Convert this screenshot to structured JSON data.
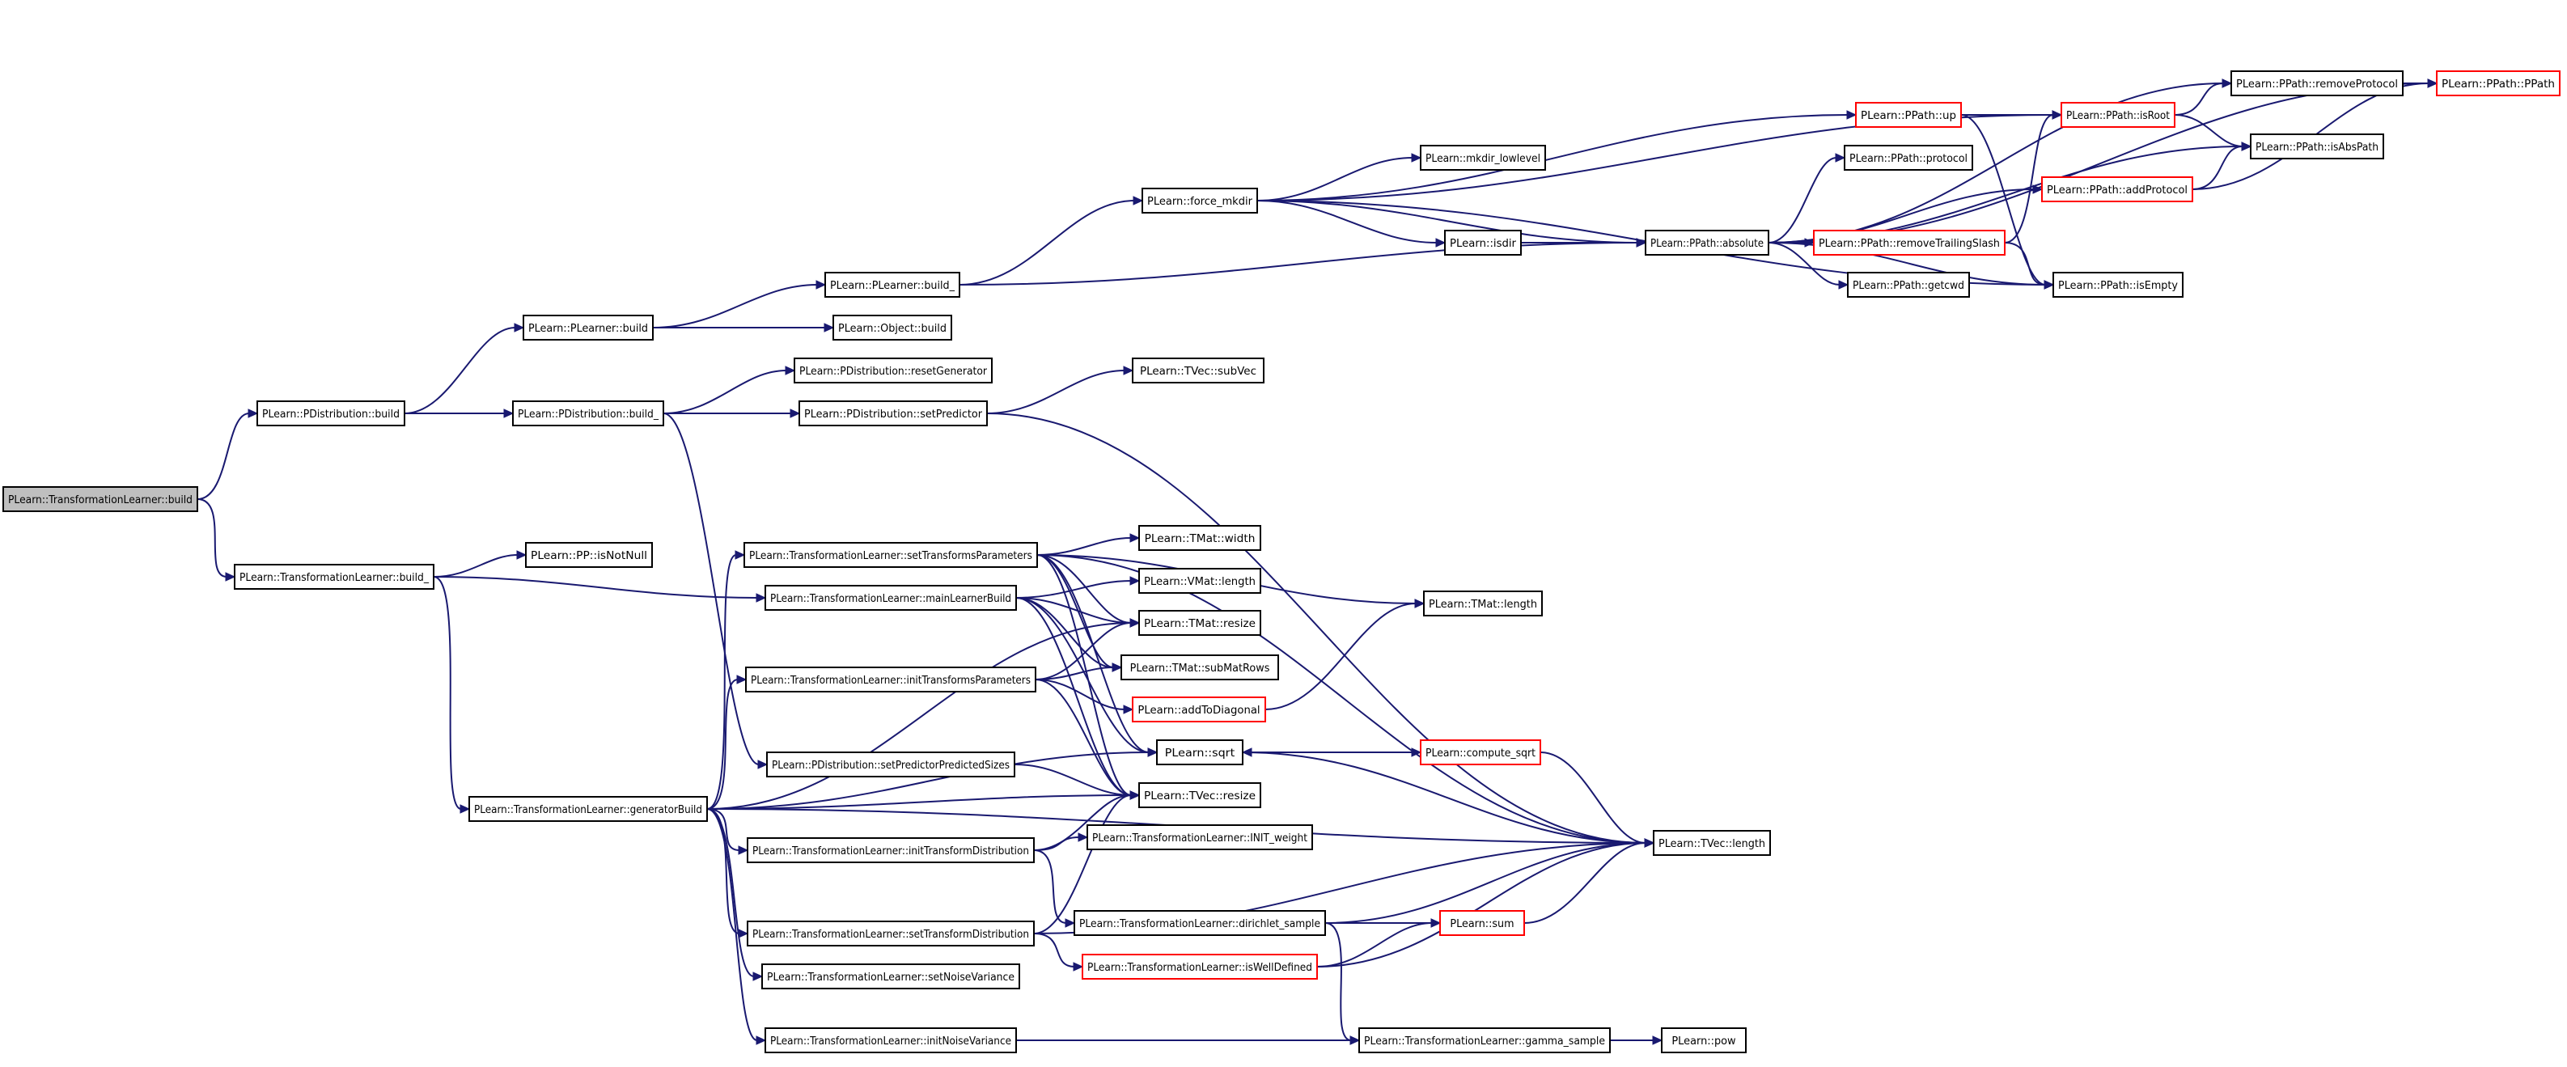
{
  "graph": {
    "nodes": [
      {
        "id": "tl_build",
        "label": "PLearn::TransformationLearner::build",
        "style": "focus"
      },
      {
        "id": "pd_build",
        "label": "PLearn::PDistribution::build",
        "style": "normal"
      },
      {
        "id": "tl_build_",
        "label": "PLearn::TransformationLearner::build_",
        "style": "normal"
      },
      {
        "id": "pl_build",
        "label": "PLearn::PLearner::build",
        "style": "normal"
      },
      {
        "id": "pd_build_",
        "label": "PLearn::PDistribution::build_",
        "style": "normal"
      },
      {
        "id": "pl_build_",
        "label": "PLearn::PLearner::build_",
        "style": "normal"
      },
      {
        "id": "obj_build",
        "label": "PLearn::Object::build",
        "style": "normal"
      },
      {
        "id": "force_mkdir",
        "label": "PLearn::force_mkdir",
        "style": "normal"
      },
      {
        "id": "mkdir_low",
        "label": "PLearn::mkdir_lowlevel",
        "style": "normal"
      },
      {
        "id": "isdir",
        "label": "PLearn::isdir",
        "style": "normal"
      },
      {
        "id": "pp_up",
        "label": "PLearn::PPath::up",
        "style": "red"
      },
      {
        "id": "pp_absolute",
        "label": "PLearn::PPath::absolute",
        "style": "normal"
      },
      {
        "id": "pp_protocol",
        "label": "PLearn::PPath::protocol",
        "style": "normal"
      },
      {
        "id": "pp_removeTrailing",
        "label": "PLearn::PPath::removeTrailingSlash",
        "style": "red"
      },
      {
        "id": "pp_getcwd",
        "label": "PLearn::PPath::getcwd",
        "style": "normal"
      },
      {
        "id": "pp_isRoot",
        "label": "PLearn::PPath::isRoot",
        "style": "red"
      },
      {
        "id": "pp_addProtocol",
        "label": "PLearn::PPath::addProtocol",
        "style": "red"
      },
      {
        "id": "pp_isEmpty",
        "label": "PLearn::PPath::isEmpty",
        "style": "normal"
      },
      {
        "id": "pp_removeProtocol",
        "label": "PLearn::PPath::removeProtocol",
        "style": "normal"
      },
      {
        "id": "pp_isAbsPath",
        "label": "PLearn::PPath::isAbsPath",
        "style": "normal"
      },
      {
        "id": "pp_ppath",
        "label": "PLearn::PPath::PPath",
        "style": "red"
      },
      {
        "id": "pd_resetGen",
        "label": "PLearn::PDistribution::resetGenerator",
        "style": "normal"
      },
      {
        "id": "pd_setPred",
        "label": "PLearn::PDistribution::setPredictor",
        "style": "normal"
      },
      {
        "id": "tvec_subVec",
        "label": "PLearn::TVec::subVec",
        "style": "normal"
      },
      {
        "id": "pp_isNotNull",
        "label": "PLearn::PP::isNotNull",
        "style": "normal"
      },
      {
        "id": "tl_setTP",
        "label": "PLearn::TransformationLearner::setTransformsParameters",
        "style": "normal"
      },
      {
        "id": "tl_mainLB",
        "label": "PLearn::TransformationLearner::mainLearnerBuild",
        "style": "normal"
      },
      {
        "id": "tl_initTP",
        "label": "PLearn::TransformationLearner::initTransformsParameters",
        "style": "normal"
      },
      {
        "id": "pd_setPPS",
        "label": "PLearn::PDistribution::setPredictorPredictedSizes",
        "style": "normal"
      },
      {
        "id": "tl_genBuild",
        "label": "PLearn::TransformationLearner::generatorBuild",
        "style": "normal"
      },
      {
        "id": "tl_initTD",
        "label": "PLearn::TransformationLearner::initTransformDistribution",
        "style": "normal"
      },
      {
        "id": "tl_setTD",
        "label": "PLearn::TransformationLearner::setTransformDistribution",
        "style": "normal"
      },
      {
        "id": "tl_setNV",
        "label": "PLearn::TransformationLearner::setNoiseVariance",
        "style": "normal"
      },
      {
        "id": "tl_initNV",
        "label": "PLearn::TransformationLearner::initNoiseVariance",
        "style": "normal"
      },
      {
        "id": "tmat_width",
        "label": "PLearn::TMat::width",
        "style": "normal"
      },
      {
        "id": "vmat_length",
        "label": "PLearn::VMat::length",
        "style": "normal"
      },
      {
        "id": "tmat_resize",
        "label": "PLearn::TMat::resize",
        "style": "normal"
      },
      {
        "id": "tmat_subMatRows",
        "label": "PLearn::TMat::subMatRows",
        "style": "normal"
      },
      {
        "id": "addToDiag",
        "label": "PLearn::addToDiagonal",
        "style": "red"
      },
      {
        "id": "sqrt",
        "label": "PLearn::sqrt",
        "style": "normal"
      },
      {
        "id": "tvec_resize",
        "label": "PLearn::TVec::resize",
        "style": "normal"
      },
      {
        "id": "tl_INIT_weight",
        "label": "PLearn::TransformationLearner::INIT_weight",
        "style": "normal"
      },
      {
        "id": "tl_dirichlet",
        "label": "PLearn::TransformationLearner::dirichlet_sample",
        "style": "normal"
      },
      {
        "id": "tl_isWellDef",
        "label": "PLearn::TransformationLearner::isWellDefined",
        "style": "red"
      },
      {
        "id": "tl_gamma",
        "label": "PLearn::TransformationLearner::gamma_sample",
        "style": "normal"
      },
      {
        "id": "tmat_length",
        "label": "PLearn::TMat::length",
        "style": "normal"
      },
      {
        "id": "compute_sqrt",
        "label": "PLearn::compute_sqrt",
        "style": "red"
      },
      {
        "id": "tvec_length",
        "label": "PLearn::TVec::length",
        "style": "normal"
      },
      {
        "id": "sum",
        "label": "PLearn::sum",
        "style": "red"
      },
      {
        "id": "pow",
        "label": "PLearn::pow",
        "style": "normal"
      }
    ],
    "edges": [
      [
        "tl_build",
        "pd_build"
      ],
      [
        "tl_build",
        "tl_build_"
      ],
      [
        "pd_build",
        "pl_build"
      ],
      [
        "pd_build",
        "pd_build_"
      ],
      [
        "pl_build",
        "pl_build_"
      ],
      [
        "pl_build",
        "obj_build"
      ],
      [
        "pl_build_",
        "force_mkdir"
      ],
      [
        "pl_build_",
        "pp_absolute"
      ],
      [
        "force_mkdir",
        "pp_up"
      ],
      [
        "force_mkdir",
        "mkdir_low"
      ],
      [
        "force_mkdir",
        "isdir"
      ],
      [
        "force_mkdir",
        "pp_absolute"
      ],
      [
        "force_mkdir",
        "pp_isEmpty"
      ],
      [
        "force_mkdir",
        "pp_isRoot"
      ],
      [
        "isdir",
        "pp_absolute"
      ],
      [
        "pp_up",
        "pp_isRoot"
      ],
      [
        "pp_up",
        "pp_isEmpty"
      ],
      [
        "pp_absolute",
        "pp_protocol"
      ],
      [
        "pp_absolute",
        "pp_removeTrailing"
      ],
      [
        "pp_absolute",
        "pp_getcwd"
      ],
      [
        "pp_absolute",
        "pp_addProtocol"
      ],
      [
        "pp_absolute",
        "pp_isEmpty"
      ],
      [
        "pp_absolute",
        "pp_isAbsPath"
      ],
      [
        "pp_absolute",
        "pp_removeProtocol"
      ],
      [
        "pp_absolute",
        "pp_ppath"
      ],
      [
        "pp_removeTrailing",
        "pp_isRoot"
      ],
      [
        "pp_removeTrailing",
        "pp_isEmpty"
      ],
      [
        "pp_isRoot",
        "pp_removeProtocol"
      ],
      [
        "pp_isRoot",
        "pp_isAbsPath"
      ],
      [
        "pp_addProtocol",
        "pp_isAbsPath"
      ],
      [
        "pp_addProtocol",
        "pp_ppath"
      ],
      [
        "pp_removeProtocol",
        "pp_ppath"
      ],
      [
        "pd_build_",
        "pd_resetGen"
      ],
      [
        "pd_build_",
        "pd_setPred"
      ],
      [
        "pd_build_",
        "pd_setPPS"
      ],
      [
        "pd_setPred",
        "tvec_subVec"
      ],
      [
        "pd_setPred",
        "tvec_length"
      ],
      [
        "pd_setPPS",
        "tvec_resize"
      ],
      [
        "tl_build_",
        "pp_isNotNull"
      ],
      [
        "tl_build_",
        "tl_mainLB"
      ],
      [
        "tl_build_",
        "tl_genBuild"
      ],
      [
        "tl_genBuild",
        "tl_setTP"
      ],
      [
        "tl_genBuild",
        "tl_initTP"
      ],
      [
        "tl_genBuild",
        "sqrt"
      ],
      [
        "tl_genBuild",
        "tvec_resize"
      ],
      [
        "tl_genBuild",
        "tl_initTD"
      ],
      [
        "tl_genBuild",
        "tvec_length"
      ],
      [
        "tl_genBuild",
        "tl_setTD"
      ],
      [
        "tl_genBuild",
        "tl_setNV"
      ],
      [
        "tl_genBuild",
        "tl_initNV"
      ],
      [
        "tl_genBuild",
        "tmat_resize"
      ],
      [
        "tl_setTP",
        "tmat_width"
      ],
      [
        "tl_setTP",
        "tmat_length"
      ],
      [
        "tl_setTP",
        "tvec_length"
      ],
      [
        "tl_setTP",
        "tmat_resize"
      ],
      [
        "tl_setTP",
        "tmat_subMatRows"
      ],
      [
        "tl_setTP",
        "tvec_resize"
      ],
      [
        "tl_setTP",
        "sqrt"
      ],
      [
        "tl_mainLB",
        "vmat_length"
      ],
      [
        "tl_mainLB",
        "tmat_resize"
      ],
      [
        "tl_mainLB",
        "tmat_subMatRows"
      ],
      [
        "tl_mainLB",
        "tvec_resize"
      ],
      [
        "tl_mainLB",
        "sqrt"
      ],
      [
        "tl_initTP",
        "tmat_subMatRows"
      ],
      [
        "tl_initTP",
        "addToDiag"
      ],
      [
        "tl_initTP",
        "tvec_resize"
      ],
      [
        "tl_initTP",
        "tmat_resize"
      ],
      [
        "addToDiag",
        "tmat_length"
      ],
      [
        "sqrt",
        "compute_sqrt"
      ],
      [
        "sqrt",
        "tvec_length"
      ],
      [
        "compute_sqrt",
        "sqrt"
      ],
      [
        "compute_sqrt",
        "tvec_length"
      ],
      [
        "tl_initTD",
        "tl_INIT_weight"
      ],
      [
        "tl_initTD",
        "tvec_resize"
      ],
      [
        "tl_initTD",
        "tl_dirichlet"
      ],
      [
        "tl_dirichlet",
        "tvec_length"
      ],
      [
        "tl_dirichlet",
        "sum"
      ],
      [
        "tl_dirichlet",
        "tl_gamma"
      ],
      [
        "tl_setTD",
        "tl_isWellDef"
      ],
      [
        "tl_setTD",
        "tvec_resize"
      ],
      [
        "tl_setTD",
        "tvec_length"
      ],
      [
        "tl_isWellDef",
        "sum"
      ],
      [
        "tl_isWellDef",
        "tvec_length"
      ],
      [
        "sum",
        "tvec_length"
      ],
      [
        "tl_initNV",
        "tl_gamma"
      ],
      [
        "tl_gamma",
        "pow"
      ]
    ]
  }
}
